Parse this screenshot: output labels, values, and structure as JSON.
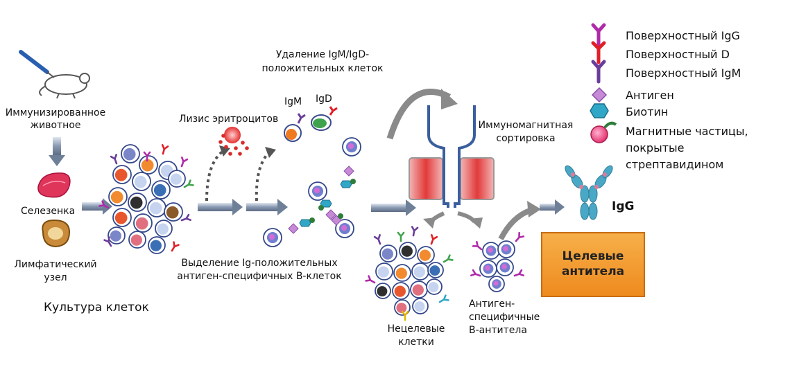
{
  "labels": {
    "immunized_l1": "Иммунизированное",
    "immunized_l2": "животное",
    "spleen": "Селезенка",
    "lymph_l1": "Лимфатический",
    "lymph_l2": "узел",
    "culture": "Культура клеток",
    "lysis": "Лизис эритроцитов",
    "igm": "IgM",
    "igd": "IgD",
    "removal_l1": "Удаление IgM/IgD-",
    "removal_l2": "положительных клеток",
    "selection_l1": "Выделение Ig-положительных",
    "selection_l2": "антиген-специфичных B-клеток",
    "sorting_l1": "Иммуномагнитная",
    "sorting_l2": "сортировка",
    "nontarget_l1": "Нецелевые",
    "nontarget_l2": "клетки",
    "antigen_specific_l1": "Антиген-",
    "antigen_specific_l2": "специфичные",
    "antigen_specific_l3": "B-антитела",
    "igg": "IgG",
    "target_l1": "Целевые",
    "target_l2": "антитела"
  },
  "legend": {
    "surface_igg": "Поверхностный IgG",
    "surface_d": "Поверхностный D",
    "surface_igm": "Поверхностный IgM",
    "antigen": "Антиген",
    "biotin": "Биотин",
    "magnetic_l1": "Магнитные частицы,",
    "magnetic_l2": "покрытые",
    "magnetic_l3": "стрептавидином"
  },
  "colors": {
    "igg_marker": "#b02aa8",
    "d_marker": "#e01f26",
    "igm_marker": "#6a3d9a",
    "antigen": "#c78ad6",
    "biotin": "#31a7c7",
    "magnetic": "#e8407a",
    "target_box": "#f39a2c",
    "arrow": "#8fa3bd"
  }
}
